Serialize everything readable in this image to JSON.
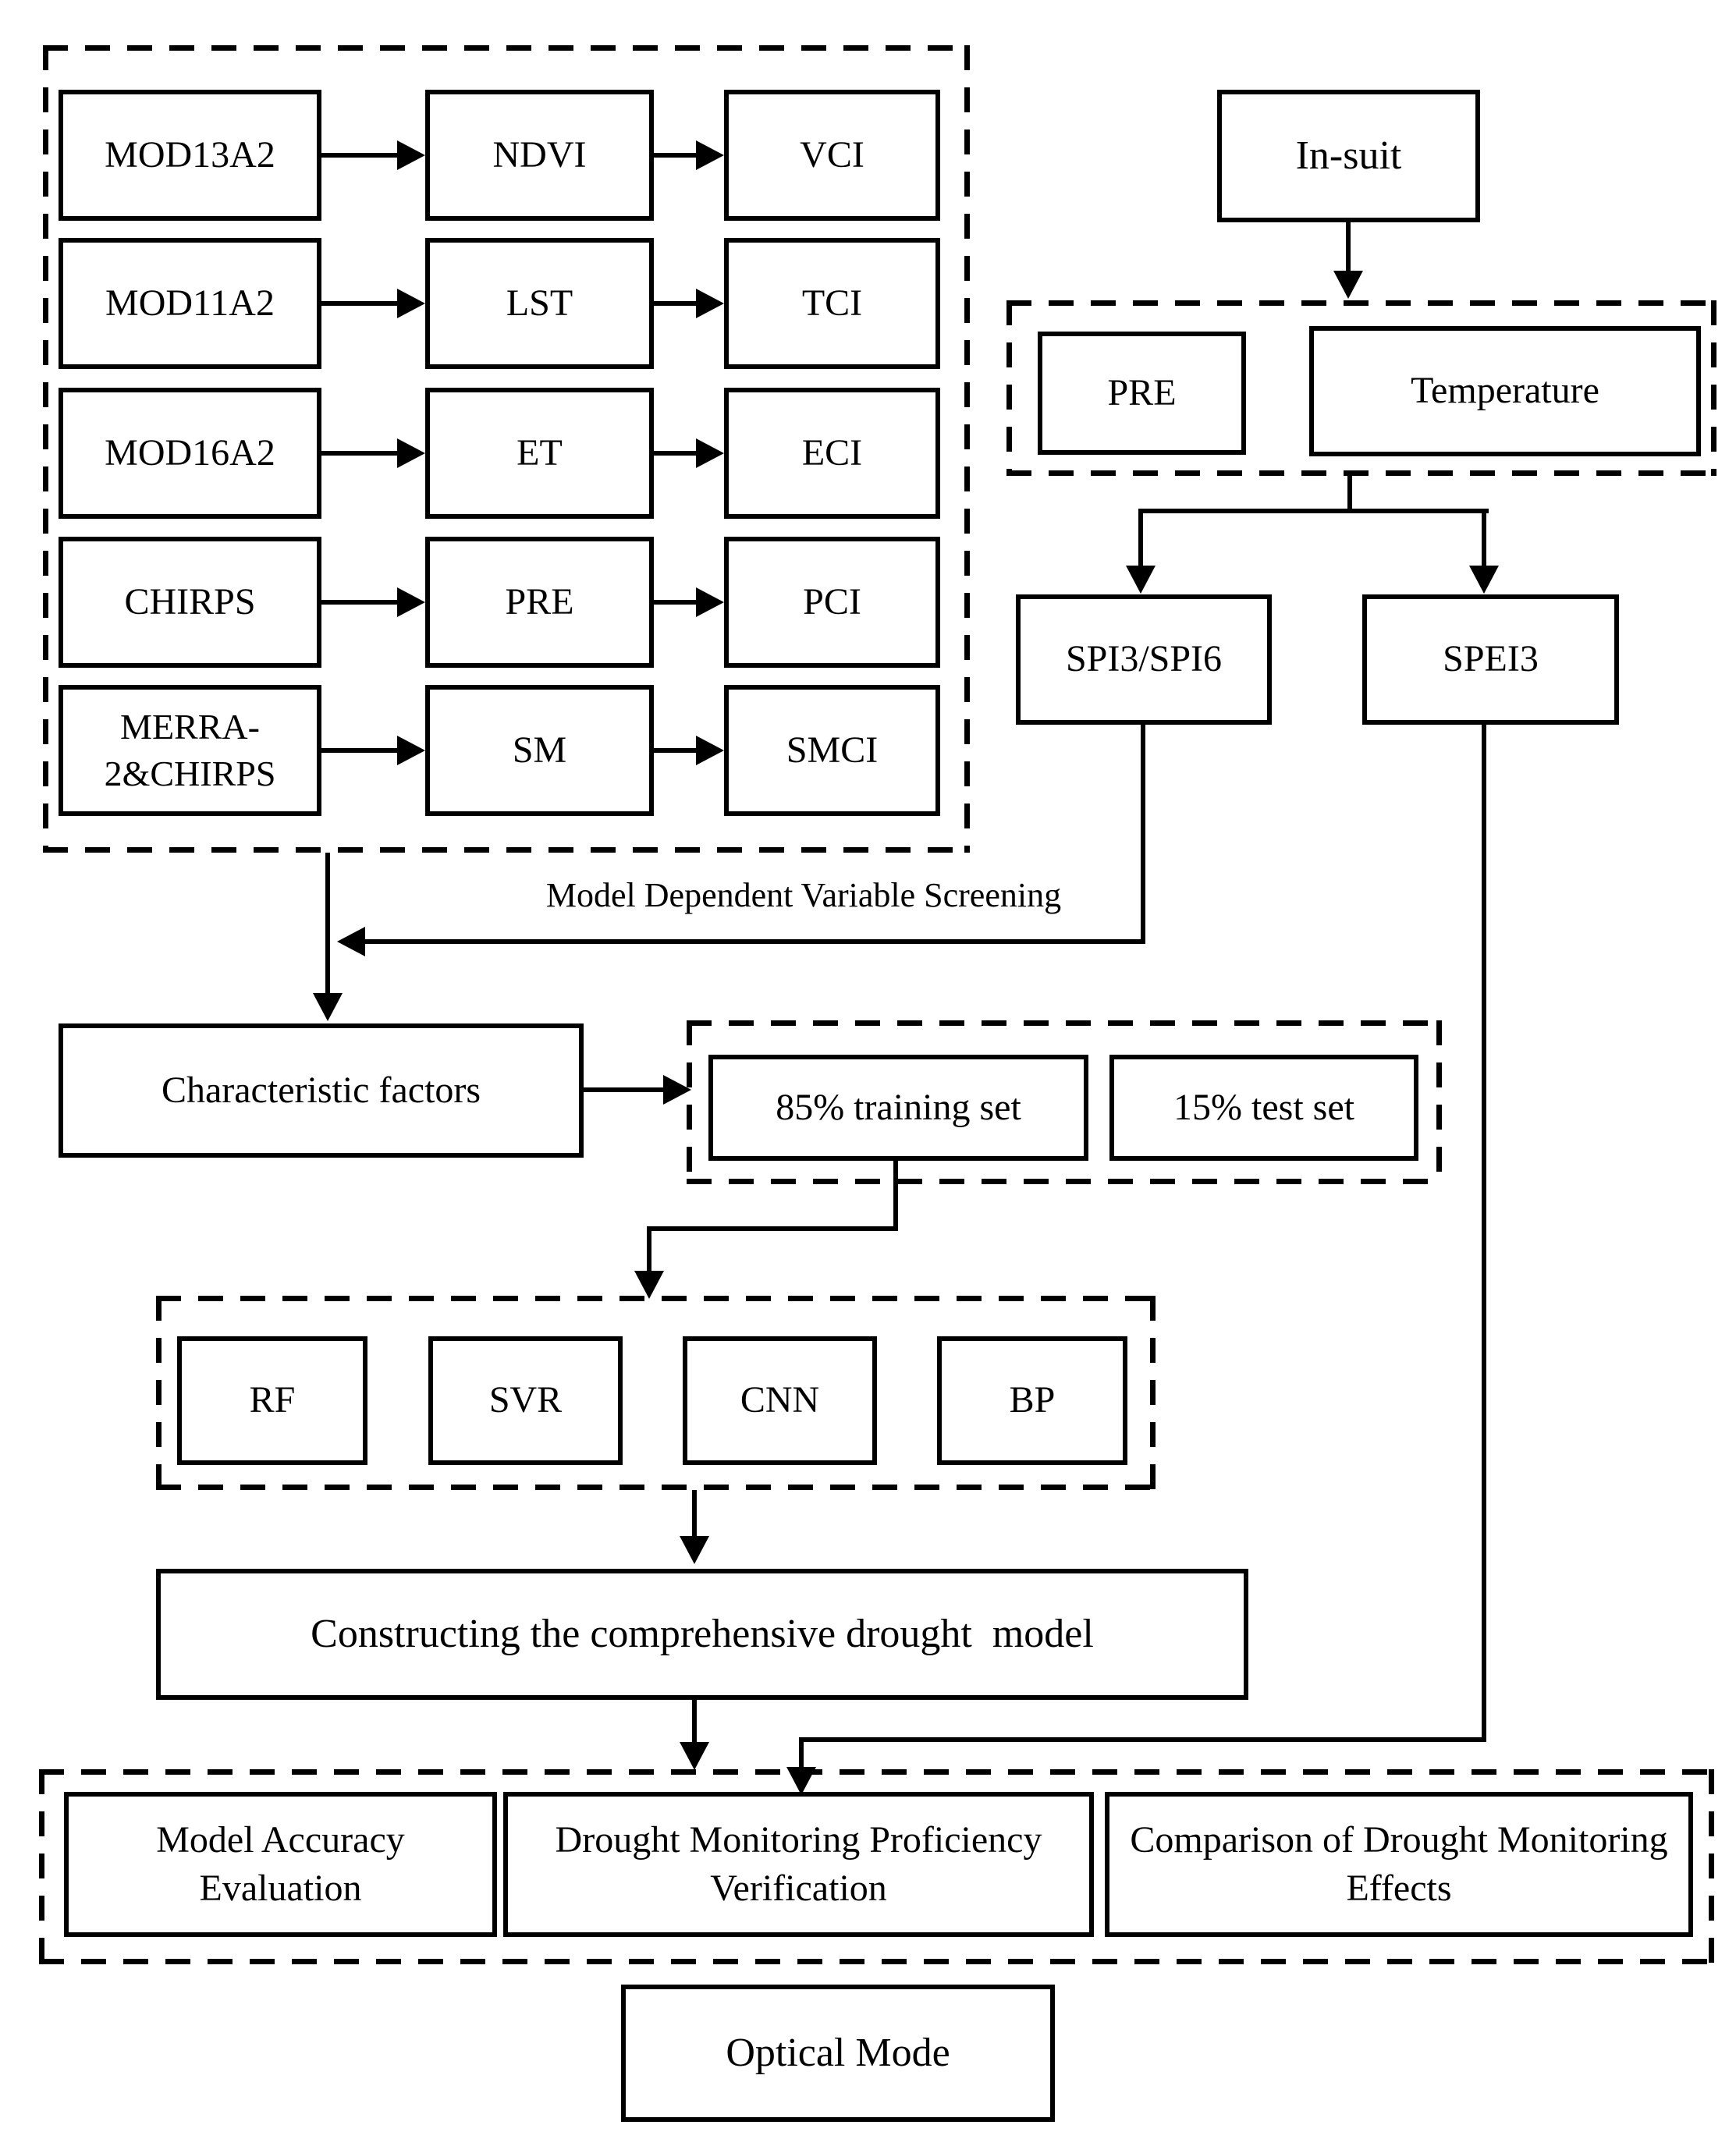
{
  "flowchart": {
    "background": "#ffffff",
    "line_color": "#000000",
    "remote_sensing": {
      "rows": [
        {
          "source": "MOD13A2",
          "variable": "NDVI",
          "index": "VCI"
        },
        {
          "source": "MOD11A2",
          "variable": "LST",
          "index": "TCI"
        },
        {
          "source": "MOD16A2",
          "variable": "ET",
          "index": "ECI"
        },
        {
          "source": "CHIRPS",
          "variable": "PRE",
          "index": "PCI"
        },
        {
          "source": "MERRA-2&CHIRPS",
          "variable": "SM",
          "index": "SMCI"
        }
      ]
    },
    "in_situ": {
      "source": "In-suit",
      "pre": "PRE",
      "temperature": "Temperature",
      "spi": "SPI3/SPI6",
      "spei": "SPEI3"
    },
    "screening_label": "Model Dependent Variable Screening",
    "characteristic_factors": "Characteristic factors",
    "dataset": {
      "training": "85% training set",
      "test": "15% test set"
    },
    "models": [
      "RF",
      "SVR",
      "CNN",
      "BP"
    ],
    "construct_model": "Constructing the comprehensive drought  model",
    "evaluation": {
      "accuracy": "Model Accuracy Evaluation",
      "proficiency": "Drought Monitoring Proficiency Verification",
      "comparison": "Comparison of Drought Monitoring Effects"
    },
    "optical_mode": "Optical Mode"
  }
}
